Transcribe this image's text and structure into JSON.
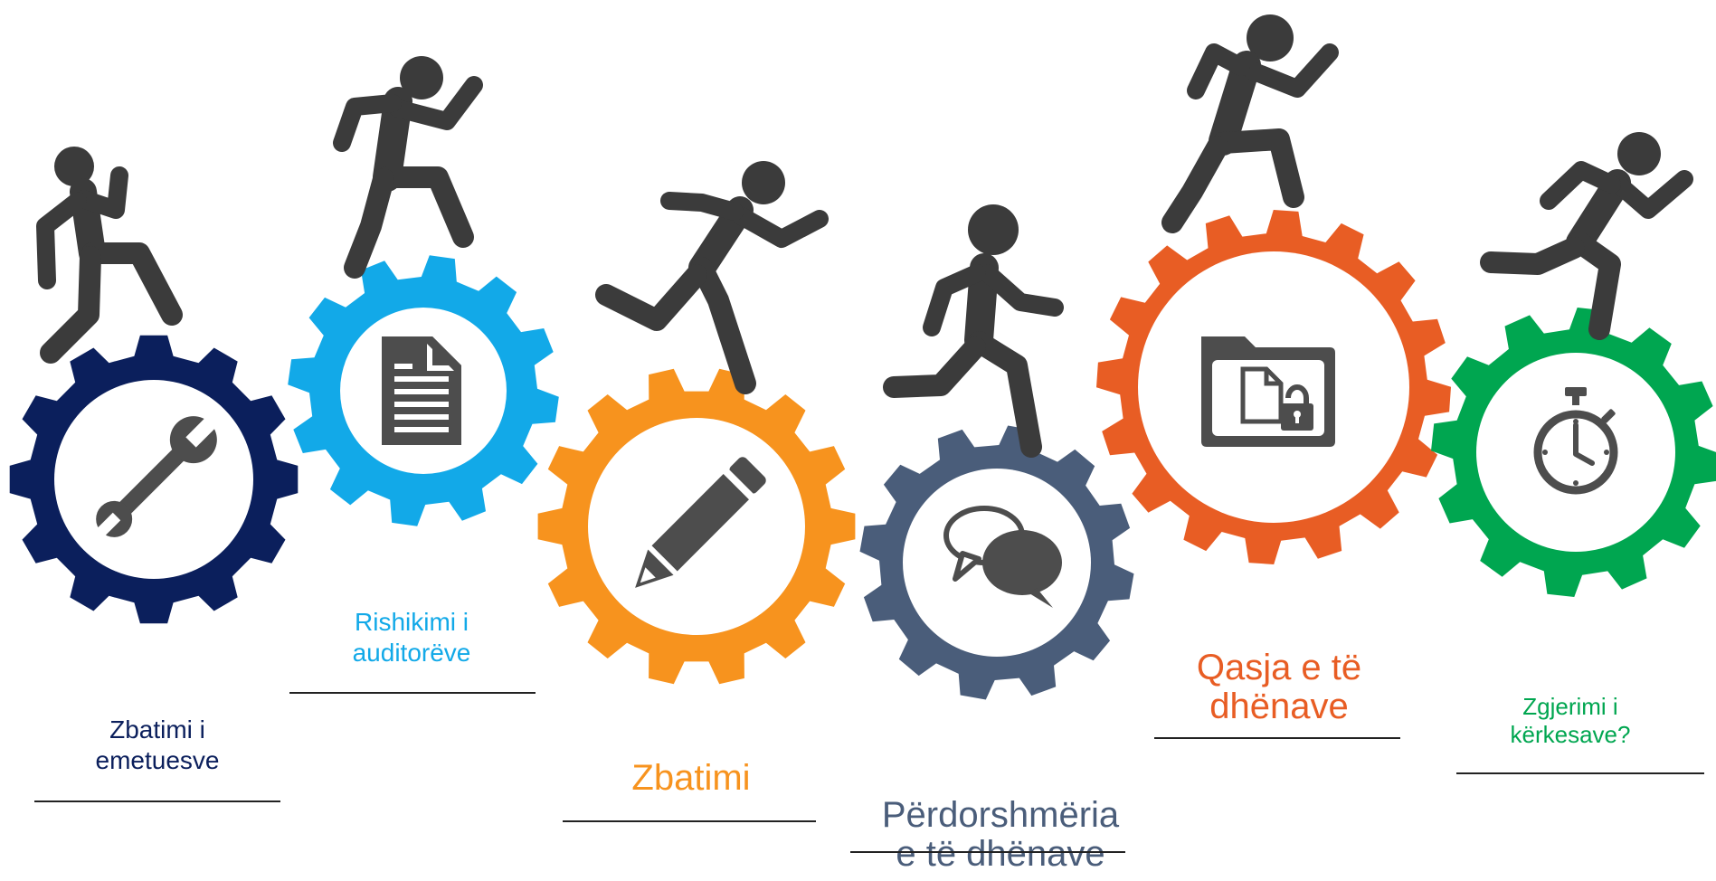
{
  "stages": [
    {
      "id": "zbatimi-emetuesve",
      "line1": "Zbatimi i",
      "line2": "emetuesve",
      "color": "#0b1f5c",
      "icon": "wrench-icon"
    },
    {
      "id": "rishikimi-auditoreve",
      "line1": "Rishikimi i",
      "line2": "auditorëve",
      "color": "#12a9e8",
      "icon": "document-icon"
    },
    {
      "id": "zbatimi",
      "line1": "Zbatimi",
      "line2": "",
      "color": "#f7931e",
      "icon": "pencil-icon"
    },
    {
      "id": "perdorshmeria",
      "line1": "Përdorshmëria",
      "line2": "e të dhënave",
      "color": "#4a5d7a",
      "icon": "chat-bubbles-icon"
    },
    {
      "id": "qasja",
      "line1": "Qasja e të",
      "line2": "dhënave",
      "color": "#e85d24",
      "icon": "locked-folder-icon"
    },
    {
      "id": "zgjerimi",
      "line1": "Zgjerimi i",
      "line2": "kërkesave?",
      "color": "#00a650",
      "icon": "stopwatch-icon"
    }
  ],
  "icon_color": "#4d4d4d",
  "runner_color": "#3b3b3b"
}
